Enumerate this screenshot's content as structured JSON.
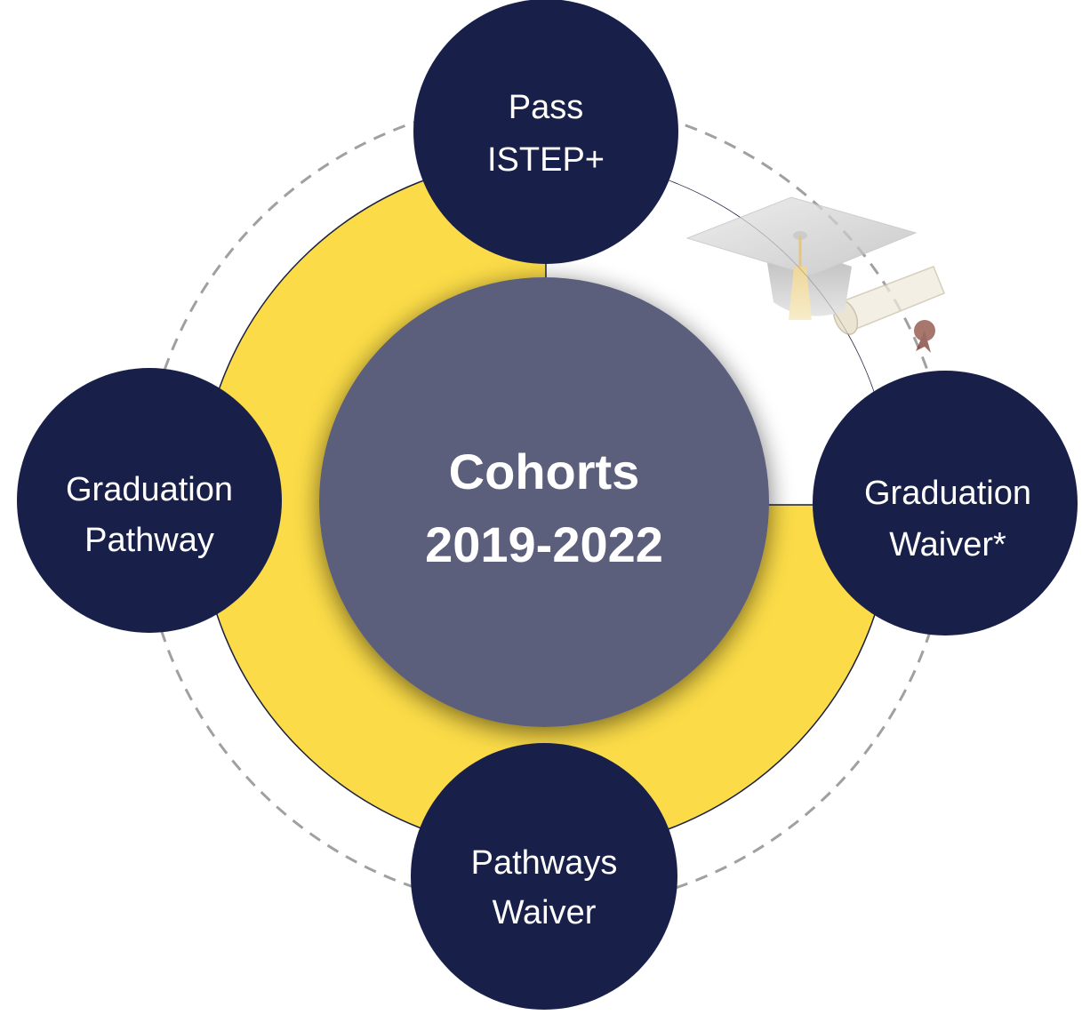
{
  "center": {
    "line1": "Cohorts",
    "line2": "2019-2022"
  },
  "nodes": {
    "top": {
      "line1": "Pass",
      "line2": "ISTEP+"
    },
    "left": {
      "line1": "Graduation",
      "line2": "Pathway"
    },
    "right": {
      "line1": "Graduation",
      "line2": "Waiver*"
    },
    "bottom": {
      "line1": "Pathways",
      "line2": "Waiver"
    }
  },
  "colors": {
    "node_fill": "#18204a",
    "center_fill": "#5b5f7c",
    "ring_fill": "#fbdb47",
    "dashed_ring": "#a0a0a0",
    "text": "#ffffff"
  },
  "icons": {
    "decoration": "graduation-cap-icon"
  }
}
